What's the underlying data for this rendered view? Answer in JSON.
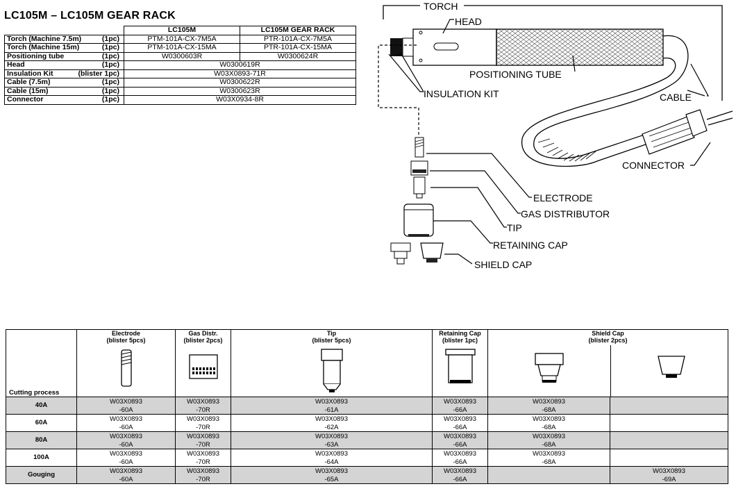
{
  "title": "LC105M – LC105M GEAR RACK",
  "parts_table": {
    "columns": [
      "LC105M",
      "LC105M GEAR RACK"
    ],
    "rows": [
      {
        "name": "Torch (Machine 7.5m)",
        "qty": "(1pc)",
        "lc105m": "PTM-101A-CX-7M5A",
        "gear_rack": "PTR-101A-CX-7M5A"
      },
      {
        "name": "Torch (Machine 15m)",
        "qty": "(1pc)",
        "lc105m": "PTM-101A-CX-15MA",
        "gear_rack": "PTR-101A-CX-15MA"
      },
      {
        "name": "Positioning tube",
        "qty": "(1pc)",
        "lc105m": "W0300603R",
        "gear_rack": "W0300624R"
      },
      {
        "name": "Head",
        "qty": "(1pc)",
        "common": "W0300619R"
      },
      {
        "name": "Insulation Kit",
        "qty": "(blister 1pc)",
        "common": "W03X0893-71R"
      },
      {
        "name": "Cable (7.5m)",
        "qty": "(1pc)",
        "common": "W0300622R"
      },
      {
        "name": "Cable (15m)",
        "qty": "(1pc)",
        "common": "W0300623R"
      },
      {
        "name": "Connector",
        "qty": "(1pc)",
        "common": "W03X0934-8R"
      }
    ]
  },
  "diagram_labels": {
    "torch": "TORCH",
    "head": "HEAD",
    "positioning_tube": "POSITIONING TUBE",
    "insulation_kit": "INSULATION KIT",
    "cable": "CABLE",
    "connector": "CONNECTOR",
    "electrode": "ELECTRODE",
    "gas_distributor": "GAS DISTRIBUTOR",
    "tip": "TIP",
    "retaining_cap": "RETAINING CAP",
    "shield_cap": "SHIELD CAP"
  },
  "consumables": {
    "process_header": "Cutting process",
    "headers": {
      "electrode": {
        "name": "Electrode",
        "sub": "(blister 5pcs)"
      },
      "gas": {
        "name": "Gas Distr.",
        "sub": "(blister 2pcs)"
      },
      "tip": {
        "name": "Tip",
        "sub": "(blister 5pcs)"
      },
      "retaining": {
        "name": "Retaining Cap",
        "sub": "(blister 1pc)"
      },
      "shield": {
        "name": "Shield Cap",
        "sub": "(blister 2pcs)"
      }
    },
    "rows": [
      {
        "process": "40A",
        "electrode": [
          "W03X0893",
          "-60A"
        ],
        "gas": [
          "W03X0893",
          "-70R"
        ],
        "tip": [
          "W03X0893",
          "-61A"
        ],
        "retaining": [
          "W03X0893",
          "-66A"
        ],
        "shield1": [
          "W03X0893",
          "-68A"
        ],
        "shield2": [
          "",
          ""
        ]
      },
      {
        "process": "60A",
        "electrode": [
          "W03X0893",
          "-60A"
        ],
        "gas": [
          "W03X0893",
          "-70R"
        ],
        "tip": [
          "W03X0893",
          "-62A"
        ],
        "retaining": [
          "W03X0893",
          "-66A"
        ],
        "shield1": [
          "W03X0893",
          "-68A"
        ],
        "shield2": [
          "",
          ""
        ]
      },
      {
        "process": "80A",
        "electrode": [
          "W03X0893",
          "-60A"
        ],
        "gas": [
          "W03X0893",
          "-70R"
        ],
        "tip": [
          "W03X0893",
          "-63A"
        ],
        "retaining": [
          "W03X0893",
          "-66A"
        ],
        "shield1": [
          "W03X0893",
          "-68A"
        ],
        "shield2": [
          "",
          ""
        ]
      },
      {
        "process": "100A",
        "electrode": [
          "W03X0893",
          "-60A"
        ],
        "gas": [
          "W03X0893",
          "-70R"
        ],
        "tip": [
          "W03X0893",
          "-64A"
        ],
        "retaining": [
          "W03X0893",
          "-66A"
        ],
        "shield1": [
          "W03X0893",
          "-68A"
        ],
        "shield2": [
          "",
          ""
        ]
      },
      {
        "process": "Gouging",
        "electrode": [
          "W03X0893",
          "-60A"
        ],
        "gas": [
          "W03X0893",
          "-70R"
        ],
        "tip": [
          "W03X0893",
          "-65A"
        ],
        "retaining": [
          "W03X0893",
          "-66A"
        ],
        "shield1": [
          "",
          ""
        ],
        "shield2": [
          "W03X0893",
          "-69A"
        ]
      }
    ]
  }
}
